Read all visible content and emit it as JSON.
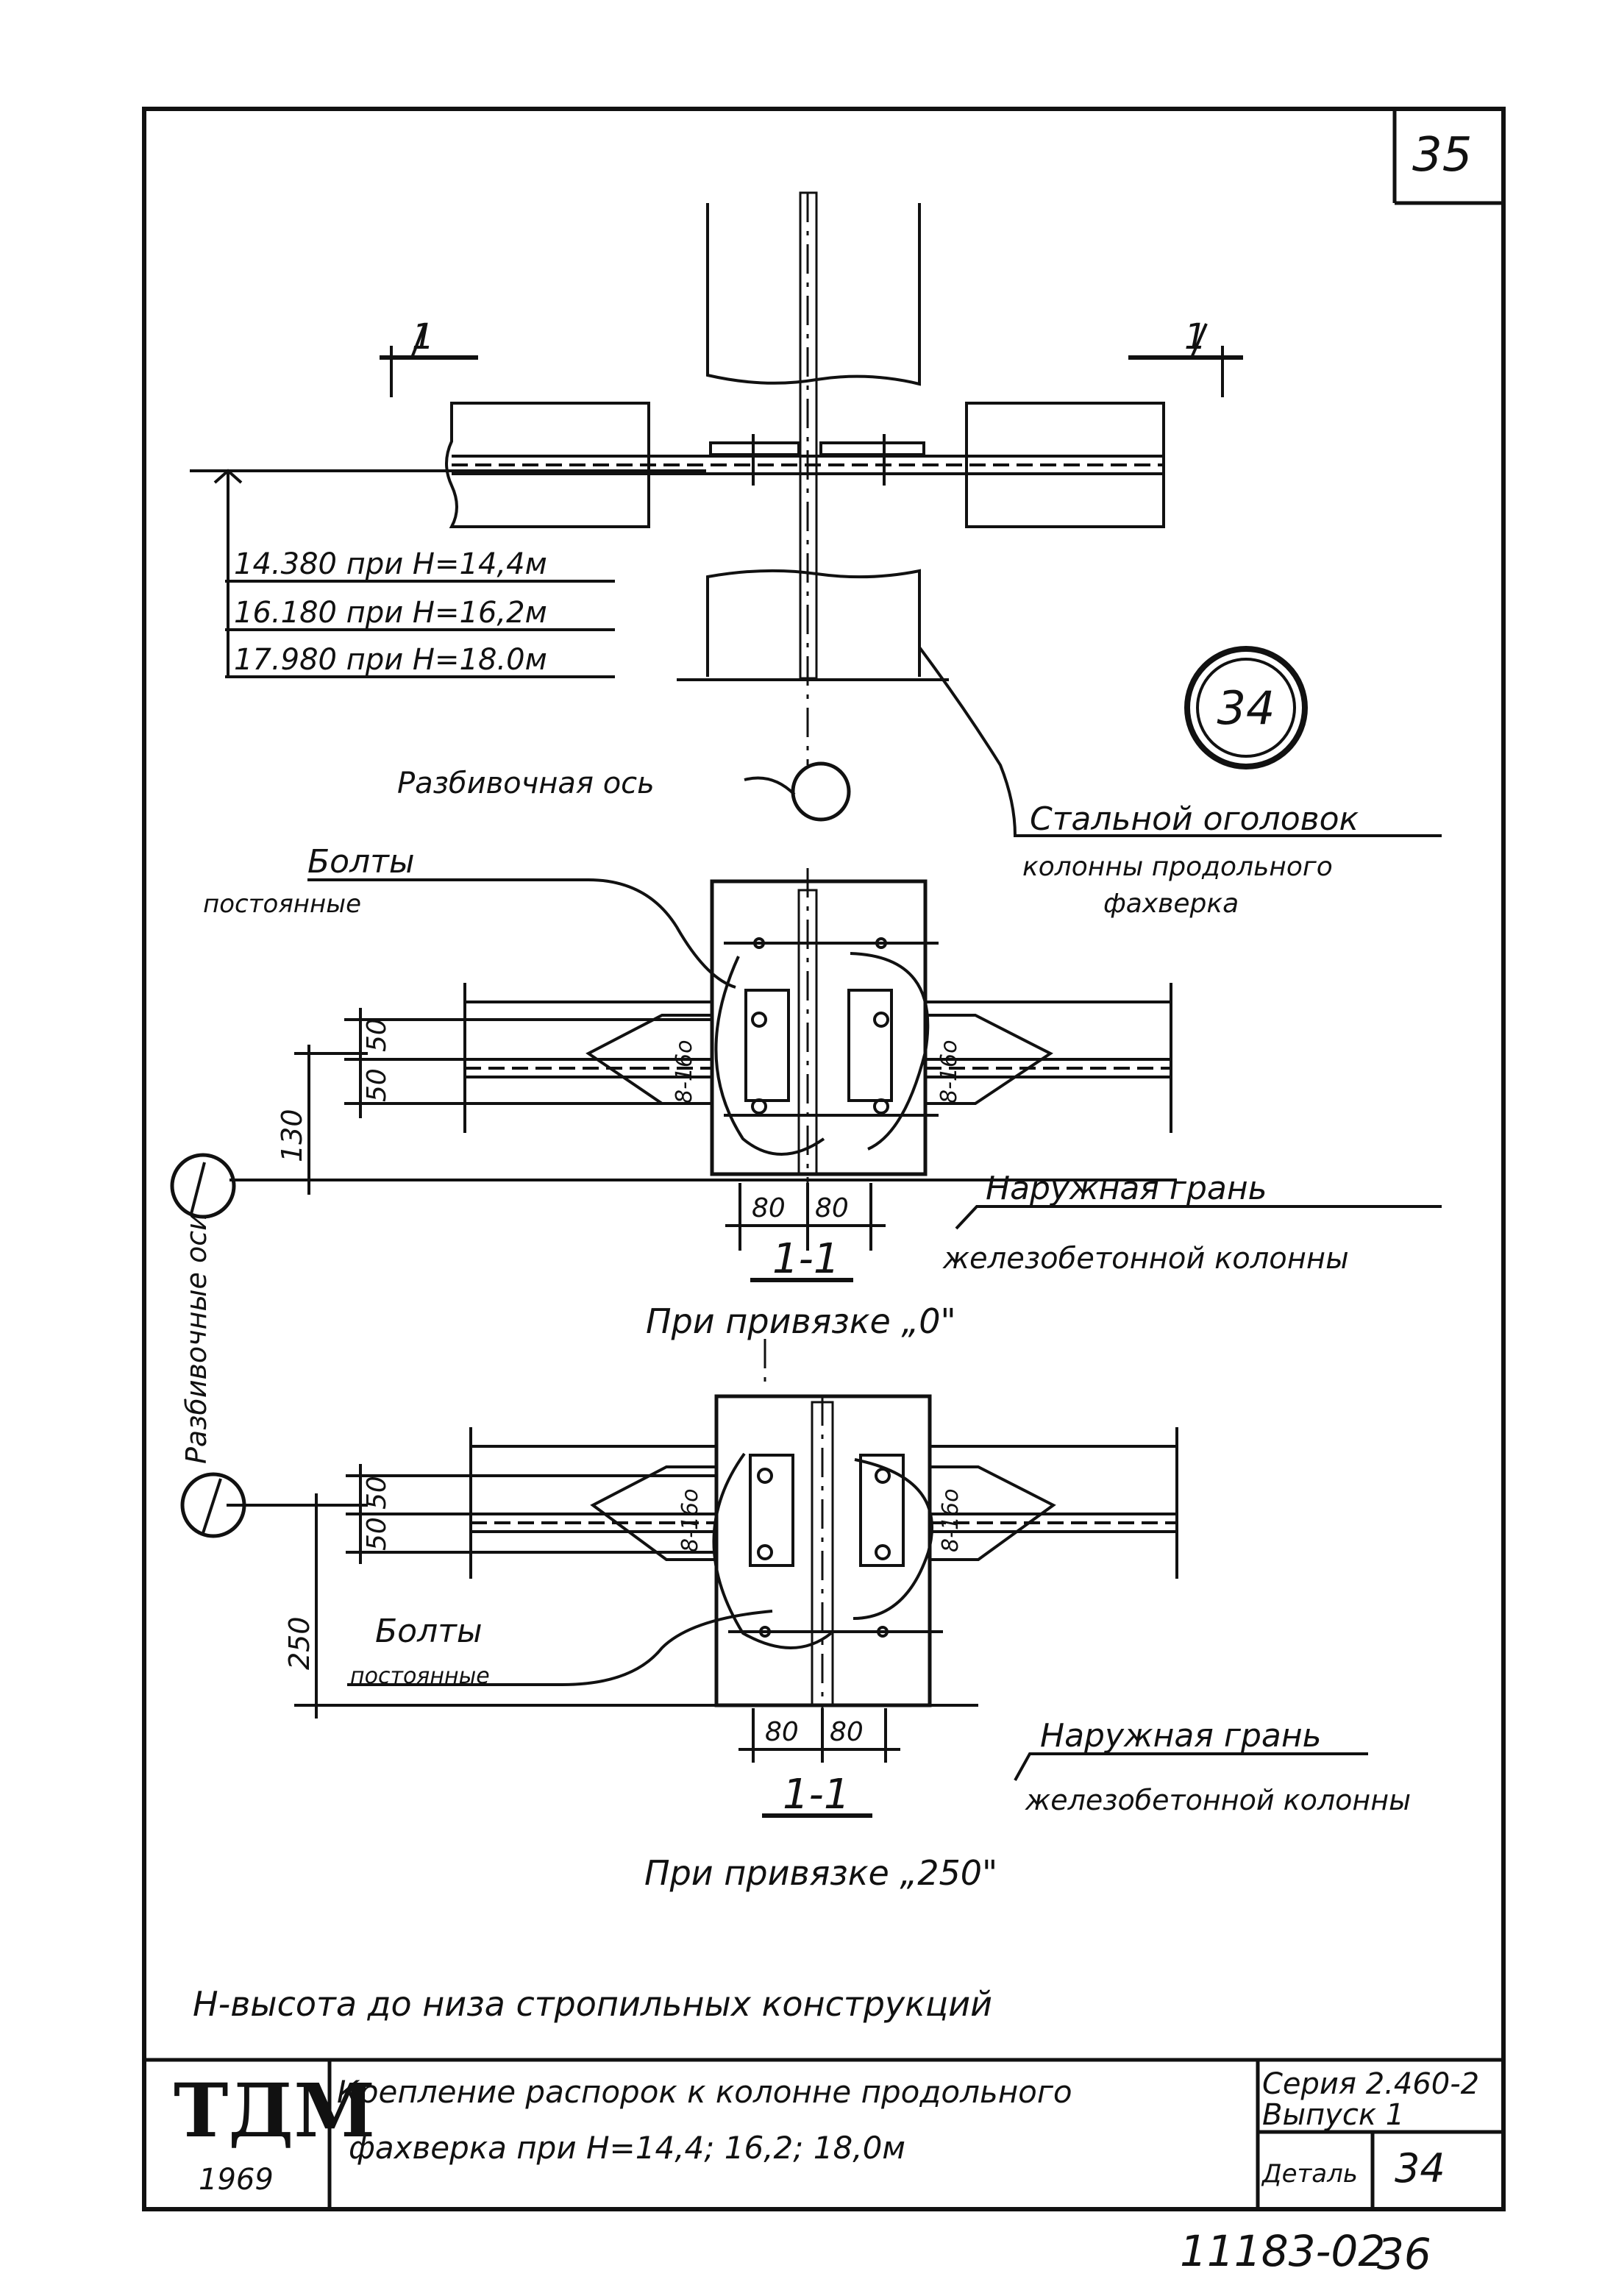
{
  "sheet": {
    "page_number": "35",
    "bottom_code": "11183-02",
    "bottom_number": "36"
  },
  "node": {
    "label": "34"
  },
  "section_marks": {
    "left": "1",
    "right": "1"
  },
  "levels": [
    "14.380 при H=14,4м",
    "16.180 при H=16,2м",
    "17.980 при H=18.0м"
  ],
  "labels": {
    "axis_top": "Разбивочная ось",
    "axes_side": "Разбивочные оси",
    "steel_head_1": "Стальной оголовок",
    "steel_head_2": "колонны продольного",
    "steel_head_3": "фахверка",
    "bolts_1": "Болты",
    "bolts_2": "постоянные",
    "face_1": "Наружная грань",
    "face_2": "железобетонной колонны"
  },
  "section_a": {
    "dims": {
      "d50a": "50",
      "d50b": "50",
      "d130": "130",
      "d80a": "80",
      "d80b": "80",
      "bolt_l": "8-16о",
      "bolt_r": "8-16о"
    },
    "title": "1-1",
    "subtitle": "При привязке „0\""
  },
  "section_b": {
    "dims": {
      "d50a": "50",
      "d50b": "50",
      "d250": "250",
      "d80a": "80",
      "d80b": "80",
      "bolt_l": "8-16о",
      "bolt_r": "8-16о"
    },
    "title": "1-1",
    "subtitle": "При привязке „250\""
  },
  "note": "H-высота до низа стропильных конструкций",
  "title_block": {
    "logo": "ТДМ",
    "year": "1969",
    "title_1": "Крепление распорок к колонне продольного",
    "title_2": "фахверка при H=14,4; 16,2; 18,0м",
    "series": "Серия 2.460-2",
    "issue": "Выпуск 1",
    "detail_label": "Деталь",
    "detail_value": "34"
  }
}
